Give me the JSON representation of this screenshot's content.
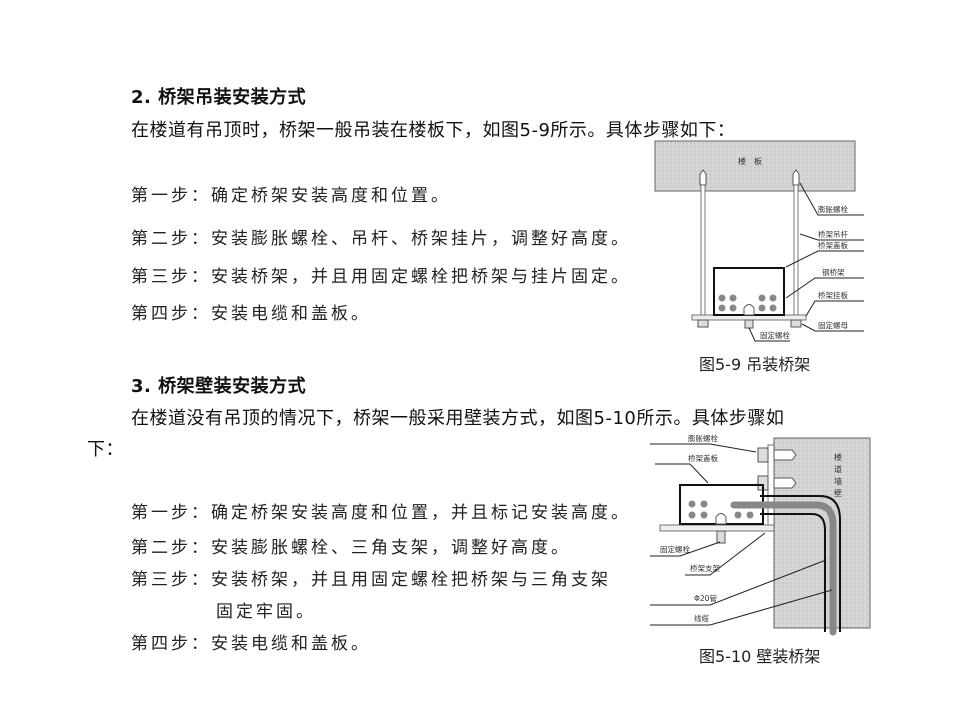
{
  "section2": {
    "heading": "2. 桥架吊装安装方式",
    "intro": "在楼道有吊顶时，桥架一般吊装在楼板下，如图5-9所示。具体步骤如下：",
    "steps": [
      "第一步：确定桥架安装高度和位置。",
      "第二步：安装膨胀螺栓、吊杆、桥架挂片，调整好高度。",
      "第三步：安装桥架，并且用固定螺栓把桥架与挂片固定。",
      "第四步：安装电缆和盖板。"
    ],
    "figure": {
      "caption": "图5-9 吊装桥架",
      "slab_label": "楼　板",
      "labels": [
        "膨胀螺栓",
        "桥架吊杆",
        "桥架盖板",
        "钢桥架",
        "桥架挂板",
        "固定螺母",
        "固定螺栓"
      ]
    }
  },
  "section3": {
    "heading": "3. 桥架壁装安装方式",
    "intro_line1": "在楼道没有吊顶的情况下，桥架一般采用壁装方式，如图5-10所示。具体步骤如",
    "intro_line2": "下：",
    "steps": [
      "第一步：确定桥架安装高度和位置，并且标记安装高度。",
      "第二步：安装膨胀螺栓、三角支架，调整好高度。",
      "第三步：安装桥架，并且用固定螺栓把桥架与三角支架",
      "固定牢固。",
      "第四步：安装电缆和盖板。"
    ],
    "figure": {
      "caption": "图5-10 壁装桥架",
      "wall_label": [
        "楼",
        "道",
        "墙",
        "壁"
      ],
      "labels": [
        "膨胀螺栓",
        "桥架盖板",
        "固定螺栓",
        "桥架支架",
        "Φ20管",
        "线缆"
      ]
    }
  }
}
